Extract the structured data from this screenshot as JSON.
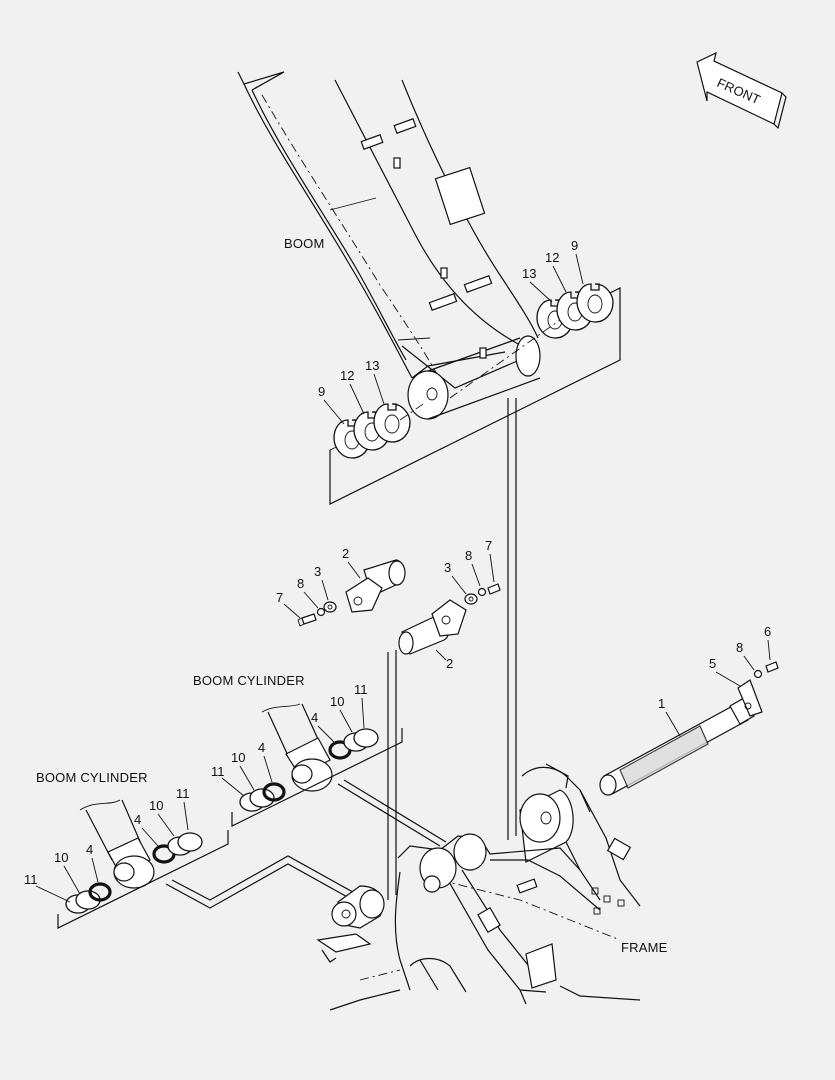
{
  "labels": {
    "front": "FRONT",
    "boom": "BOOM",
    "boom_cylinder_upper": "BOOM CYLINDER",
    "boom_cylinder_lower": "BOOM CYLINDER",
    "frame": "FRAME"
  },
  "callouts": {
    "p1": "1",
    "p2_top": "2",
    "p2_bottom": "2",
    "p3_left": "3",
    "p3_right": "3",
    "p4_a": "4",
    "p4_b": "4",
    "p4_c": "4",
    "p4_d": "4",
    "p5": "5",
    "p6": "6",
    "p7_left": "7",
    "p7_right": "7",
    "p8_left": "8",
    "p8_right": "8",
    "p8_pin": "8",
    "p9_left": "9",
    "p9_right": "9",
    "p10_a": "10",
    "p10_b": "10",
    "p10_c": "10",
    "p10_d": "10",
    "p11_a": "11",
    "p11_b": "11",
    "p11_c": "11",
    "p11_d": "11",
    "p12_left": "12",
    "p12_right": "12",
    "p13_left": "13",
    "p13_right": "13"
  }
}
